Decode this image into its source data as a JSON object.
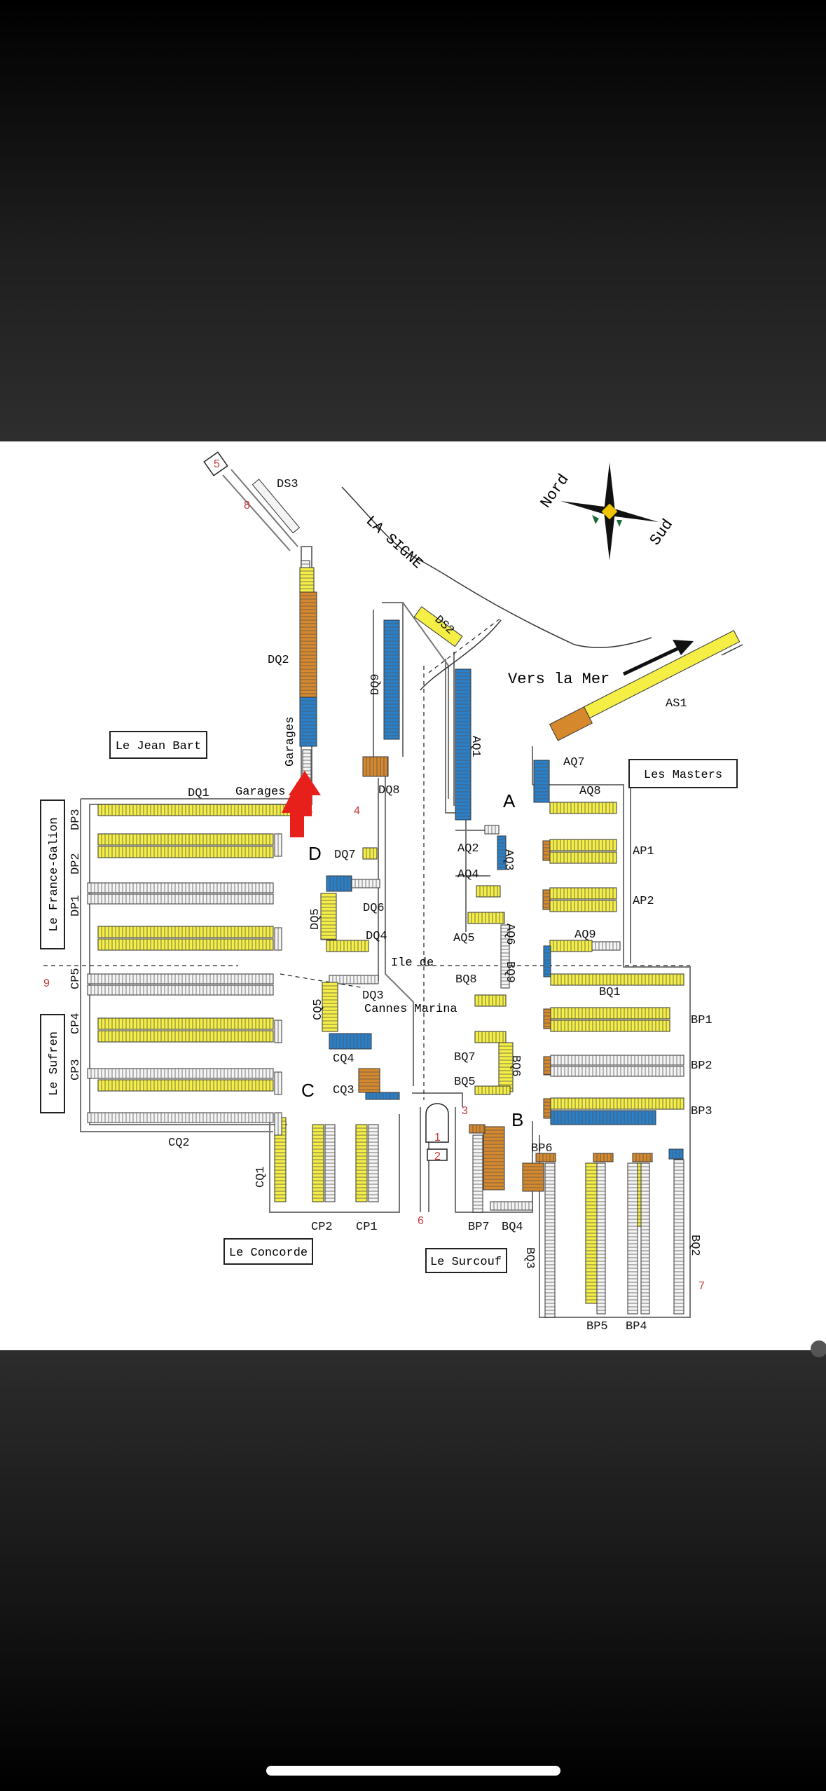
{
  "map": {
    "river_label": "LA SIGNE",
    "sea_label": "Vers la Mer",
    "compass": {
      "north": "Nord",
      "south": "Sud"
    },
    "boxes": {
      "jean_bart": "Le Jean Bart",
      "masters": "Les Masters",
      "france_galion": "Le France-Galion",
      "sufren": "Le Sufren",
      "concorde": "Le Concorde",
      "surcouf": "Le Surcouf"
    },
    "sections": {
      "a": "A",
      "b": "B",
      "c": "C",
      "d": "D"
    },
    "center_label_1": "Ile de",
    "center_label_2": "Cannes Marina",
    "garages": "Garages",
    "numbers": [
      "1",
      "2",
      "3",
      "4",
      "5",
      "6",
      "7",
      "8",
      "9"
    ],
    "legend_colors": {
      "yellow": "#f4ee45",
      "orange": "#d6892c",
      "blue": "#2a7fc9",
      "grey": "#9a9a9a",
      "arrow_red": "#e8201c",
      "number_red": "#c8393c"
    },
    "docks": {
      "ds3": "DS3",
      "dq2": "DQ2",
      "dq9": "DQ9",
      "dq8": "DQ8",
      "ds2": "DS2",
      "aq1": "AQ1",
      "as1": "AS1",
      "aq7": "AQ7",
      "aq8": "AQ8",
      "ap1": "AP1",
      "ap2": "AP2",
      "aq9": "AQ9",
      "aq2": "AQ2",
      "aq3": "AQ3",
      "aq4": "AQ4",
      "aq5": "AQ5",
      "aq6": "AQ6",
      "bq9": "BQ9",
      "bq8": "BQ8",
      "bq7": "BQ7",
      "bq6": "BQ6",
      "bq5": "BQ5",
      "bq1": "BQ1",
      "bp1": "BP1",
      "bp2": "BP2",
      "bp3": "BP3",
      "bp6": "BP6",
      "bp7": "BP7",
      "bq4": "BQ4",
      "bq3": "BQ3",
      "bp5": "BP5",
      "bp4": "BP4",
      "bq2": "BQ2",
      "dq1": "DQ1",
      "dp3": "DP3",
      "dp2": "DP2",
      "dp1": "DP1",
      "cp5": "CP5",
      "cp4": "CP4",
      "cp3": "CP3",
      "cq2": "CQ2",
      "cq1": "CQ1",
      "cp2": "CP2",
      "cp1": "CP1",
      "dq7": "DQ7",
      "dq6": "DQ6",
      "dq5": "DQ5",
      "dq4": "DQ4",
      "dq3": "DQ3",
      "cq5": "CQ5",
      "cq4": "CQ4",
      "cq3": "CQ3"
    }
  }
}
